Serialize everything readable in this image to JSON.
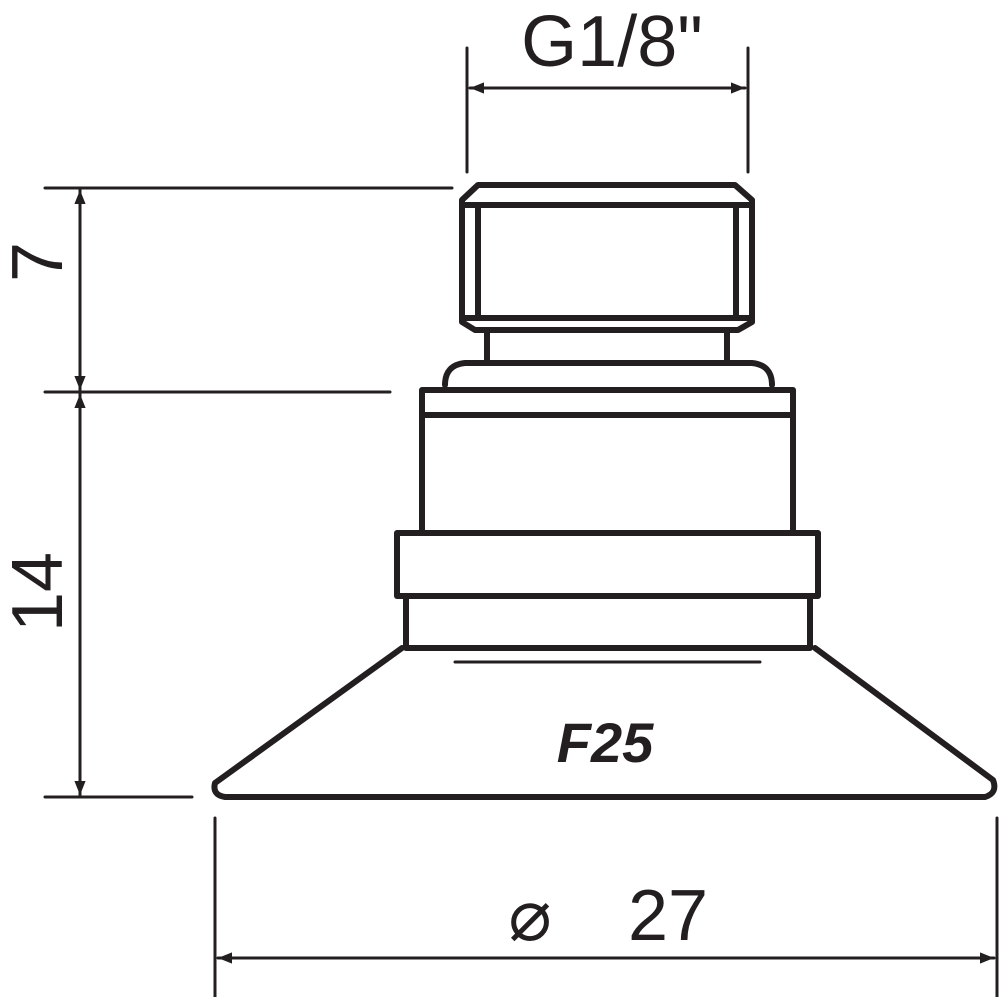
{
  "drawing": {
    "thread_label": "G1/8\"",
    "height_upper": "7",
    "height_lower": "14",
    "diameter_symbol": "⌀",
    "diameter_value": "27",
    "part_marking": "F25",
    "line_color": "#231f20",
    "background": "#ffffff"
  }
}
